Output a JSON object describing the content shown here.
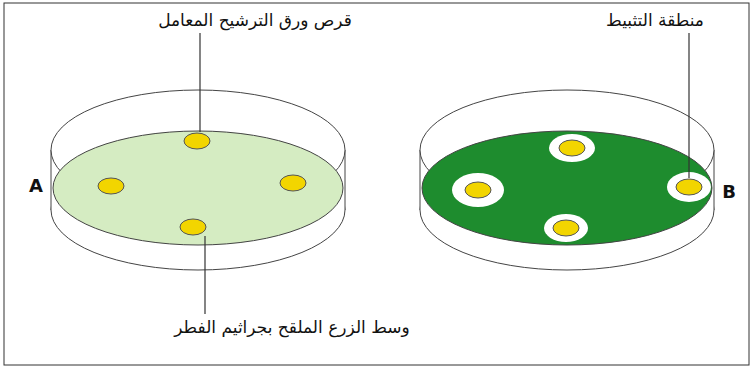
{
  "diagram": {
    "labels": [
      "قرص ورق الترشيح المعامل",
      "منطقة التثبيط",
      "A",
      "B",
      "وسط الزرع الملقح بجراثيم الفطر"
    ]
  }
}
